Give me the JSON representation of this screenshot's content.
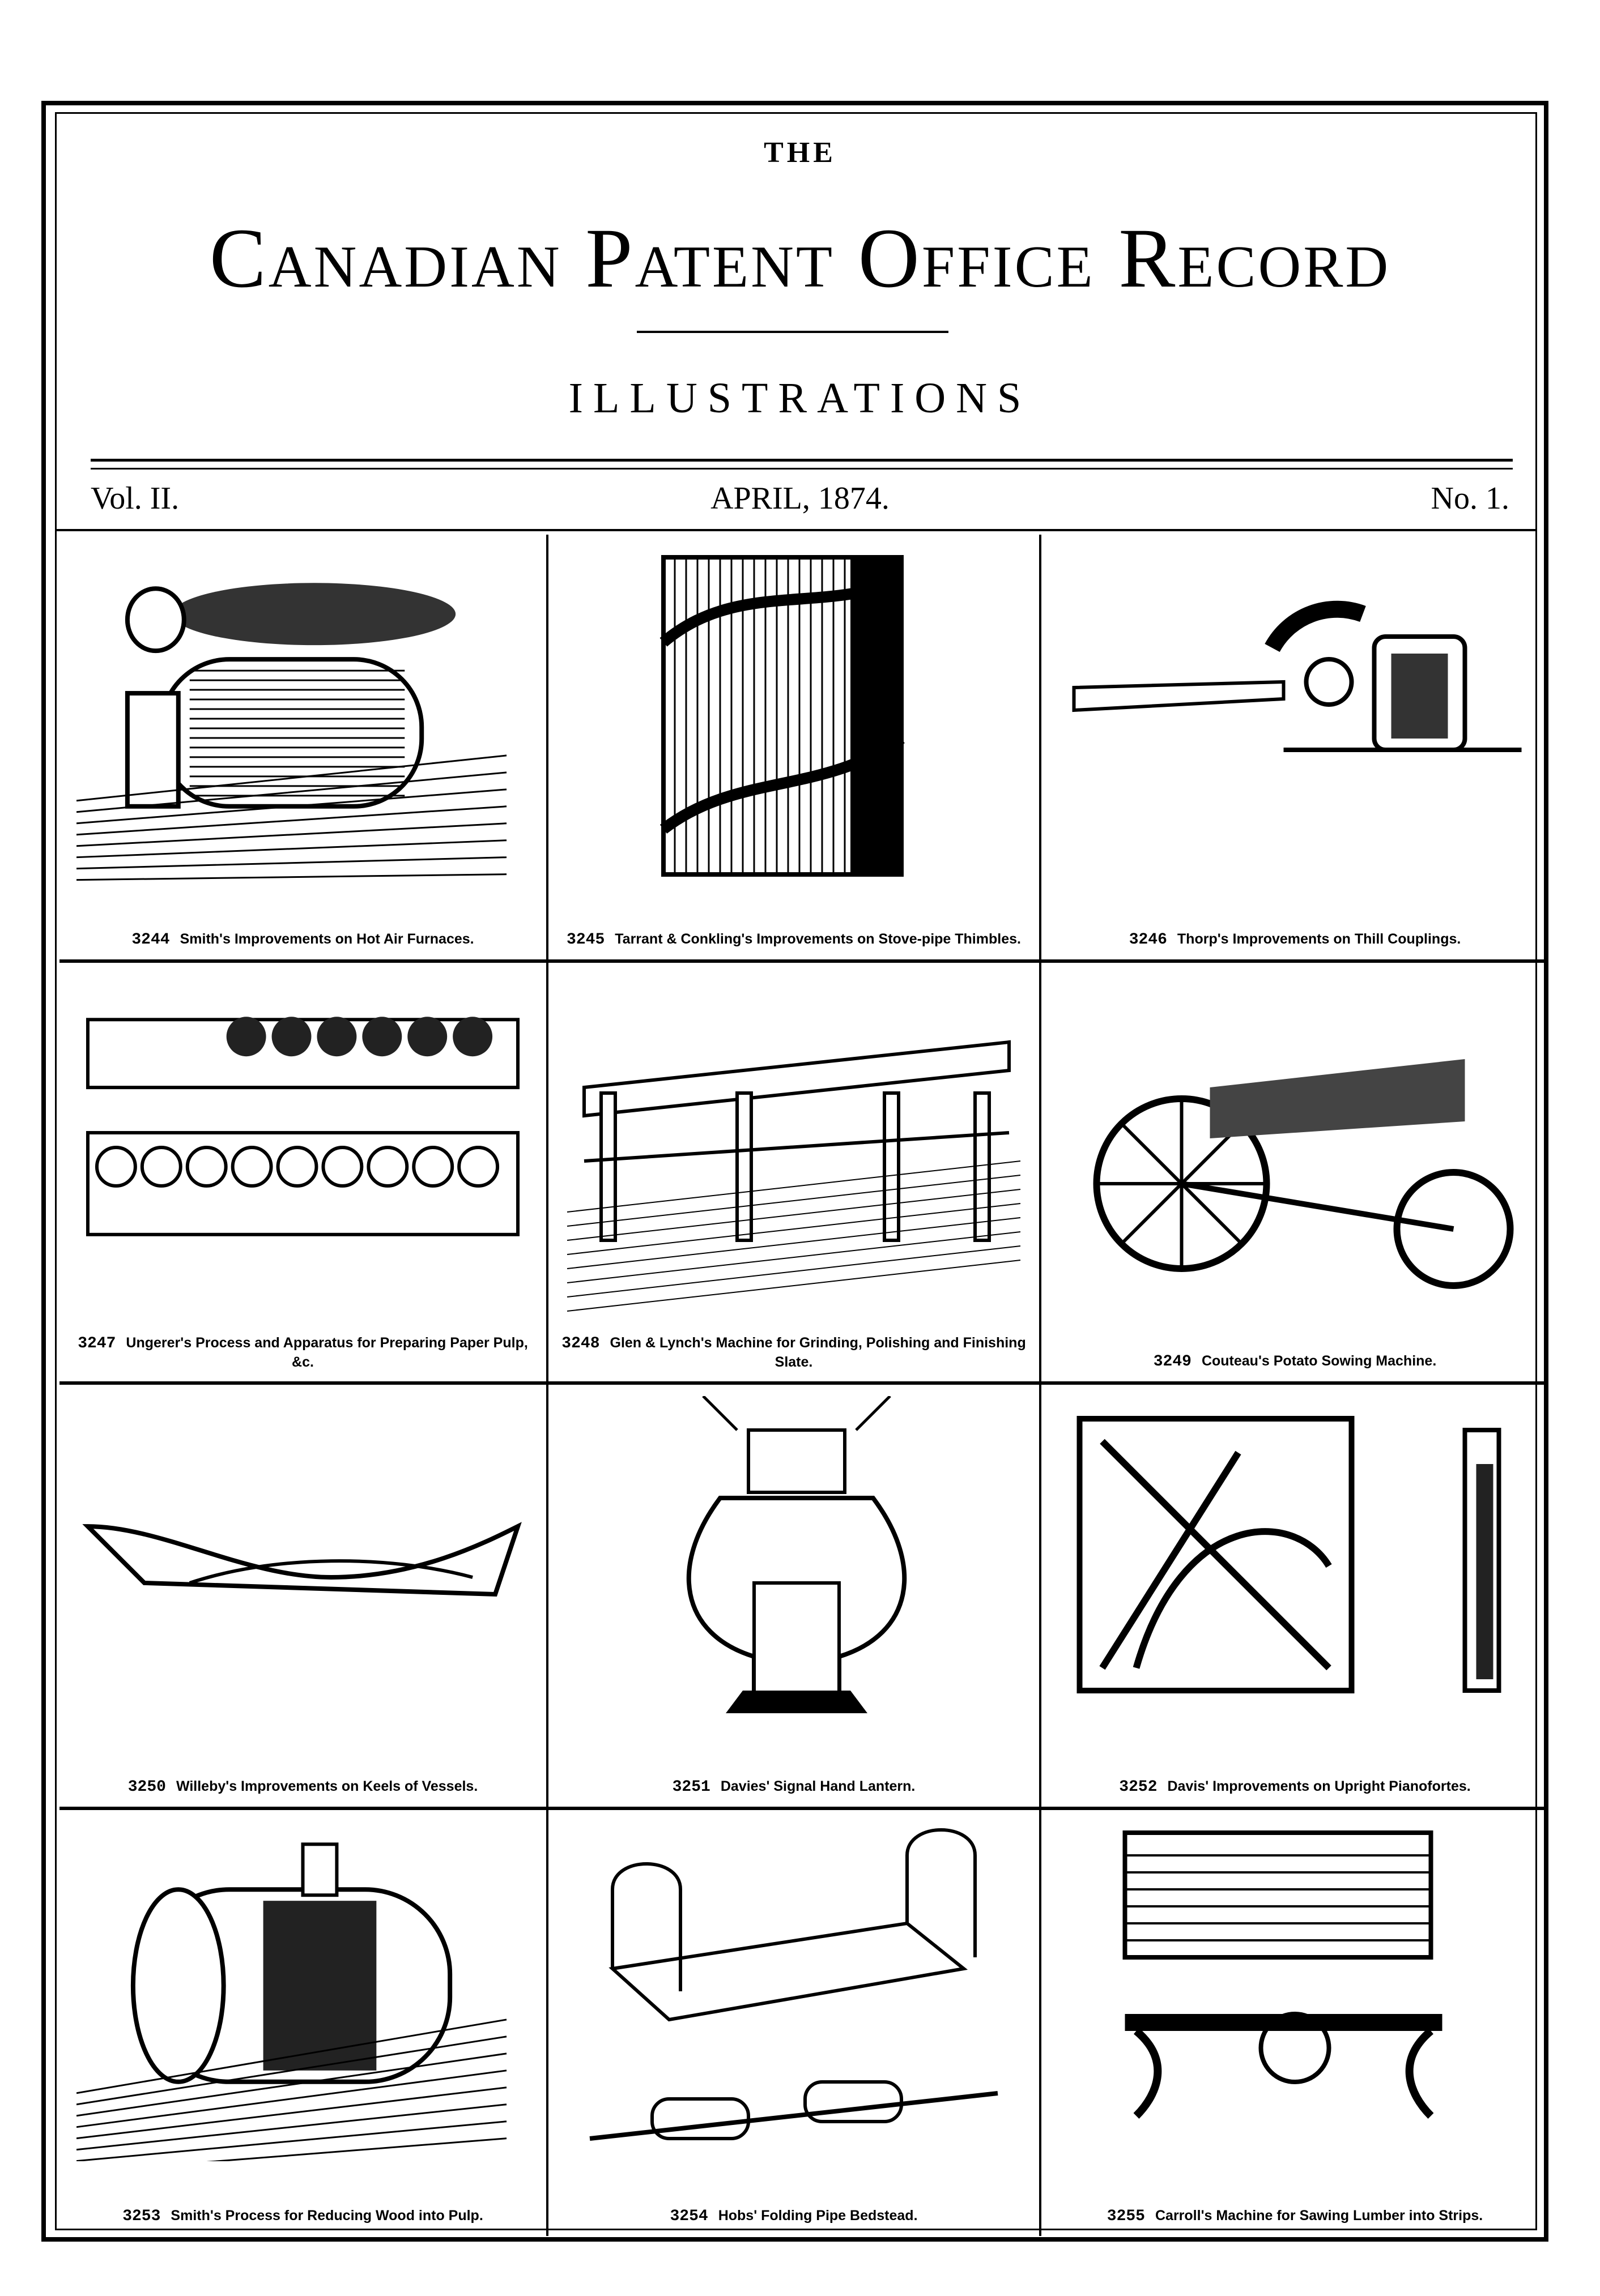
{
  "header": {
    "the": "THE",
    "title": "Canadian Patent Office Record",
    "subtitle": "ILLUSTRATIONS",
    "volume": "Vol. II.",
    "date": "APRIL, 1874.",
    "number": "No. 1."
  },
  "panels": [
    {
      "num": "3244",
      "caption": "Smith's Improvements on Hot Air Furnaces.",
      "drawing": "furnace-icon"
    },
    {
      "num": "3245",
      "caption": "Tarrant & Conkling's Improvements on Stove-pipe Thimbles.",
      "drawing": "pipe-thimble-icon"
    },
    {
      "num": "3246",
      "caption": "Thorp's Improvements on Thill Couplings.",
      "drawing": "thill-coupling-icon"
    },
    {
      "num": "3247",
      "caption": "Ungerer's Process and Apparatus for Preparing Paper Pulp, &c.",
      "drawing": "pulp-apparatus-icon"
    },
    {
      "num": "3248",
      "caption": "Glen & Lynch's Machine for Grinding, Polishing and Finishing Slate.",
      "drawing": "slate-machine-icon"
    },
    {
      "num": "3249",
      "caption": "Couteau's Potato Sowing Machine.",
      "drawing": "potato-sower-icon"
    },
    {
      "num": "3250",
      "caption": "Willeby's Improvements on Keels of Vessels.",
      "drawing": "keel-icon"
    },
    {
      "num": "3251",
      "caption": "Davies' Signal Hand Lantern.",
      "drawing": "lantern-icon"
    },
    {
      "num": "3252",
      "caption": "Davis' Improvements on Upright Pianofortes.",
      "drawing": "piano-frame-icon"
    },
    {
      "num": "3253",
      "caption": "Smith's Process for Reducing Wood into Pulp.",
      "drawing": "wood-pulp-boiler-icon"
    },
    {
      "num": "3254",
      "caption": "Hobs' Folding Pipe Bedstead.",
      "drawing": "bedstead-icon"
    },
    {
      "num": "3255",
      "caption": "Carroll's Machine for Sawing Lumber into Strips.",
      "drawing": "saw-machine-icon"
    }
  ]
}
